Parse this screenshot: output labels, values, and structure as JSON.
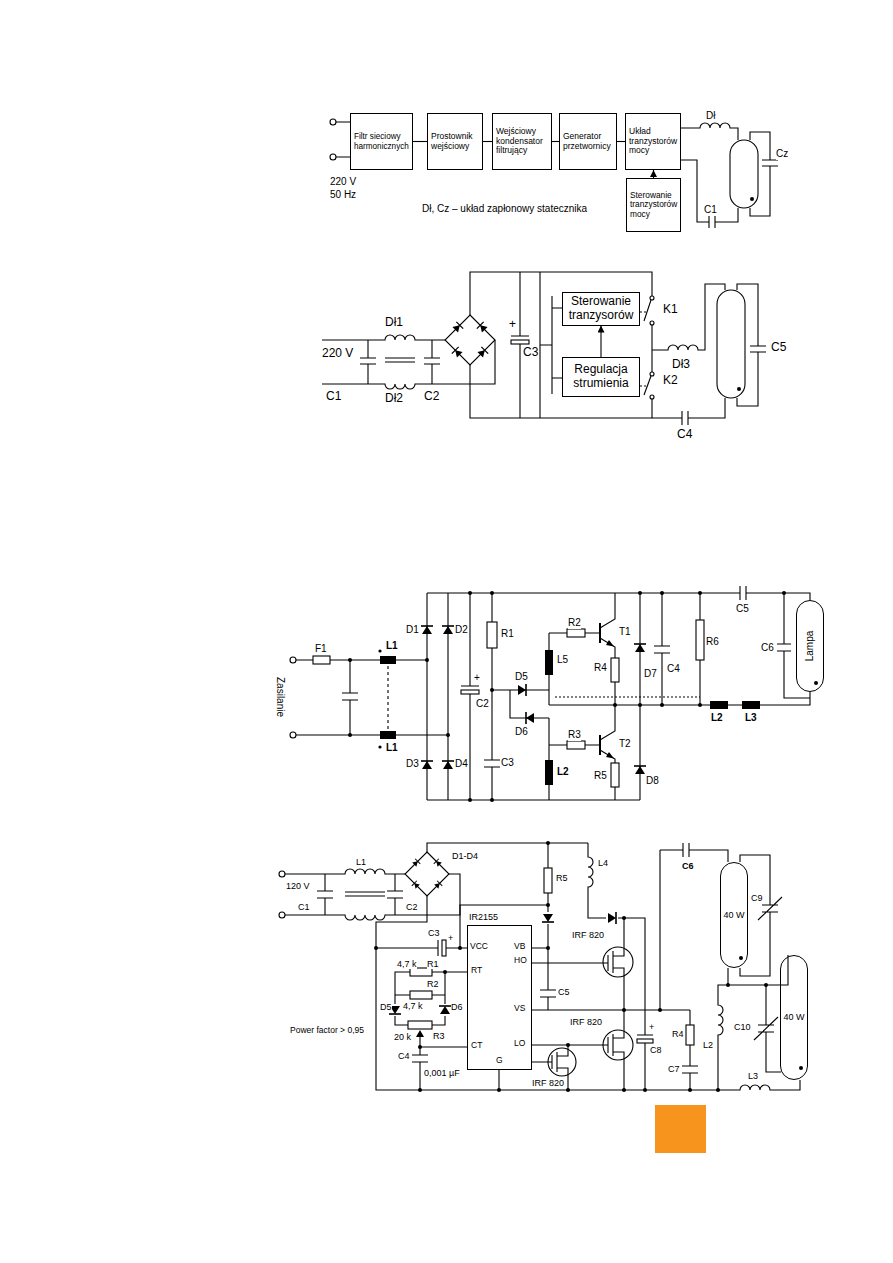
{
  "diagram": {
    "nodes": [
      {
        "text": [
          "Filtr sieciowy harmonicznych"
        ]
      },
      {
        "text": [
          "Prostownik wejściowy"
        ]
      },
      {
        "text": [
          "Wejściowy kondensator filtrujący"
        ]
      },
      {
        "text": [
          "Generator przetwornicy"
        ]
      },
      {
        "text": [
          "Układ tranzystorów mocy"
        ]
      },
      {
        "text": [
          "Sterowanie tranzystorów mocy"
        ]
      },
      {
        "text": [
          "Sterowanie tranzysorów"
        ]
      },
      {
        "text": [
          "Regulacja strumienia"
        ]
      },
      {
        "text": [
          "Lampa"
        ]
      },
      {
        "text": [
          "IR2155"
        ]
      },
      {
        "text": [
          "40 W"
        ]
      },
      {
        "text": [
          "40 W"
        ]
      }
    ],
    "edges": [
      {
        "from": 0,
        "to": 1,
        "arrow": "none"
      },
      {
        "from": 1,
        "to": 2,
        "arrow": "none"
      },
      {
        "from": 2,
        "to": 3,
        "arrow": "none"
      },
      {
        "from": 3,
        "to": 4,
        "arrow": "none"
      },
      {
        "from": 5,
        "to": 4,
        "arrow": "to"
      },
      {
        "from": 7,
        "to": 6,
        "arrow": "to"
      }
    ],
    "labels": [
      "220 V",
      "50 Hz",
      "Dł, Cz – układ zapłonowy statecznika",
      "Dł",
      "Cz",
      "C1",
      "Dł1",
      "Dł2",
      "220 V",
      "C1",
      "C2",
      "+",
      "C3",
      "K1",
      "K2",
      "Dł3",
      "C5",
      "C4",
      "F1",
      "L1",
      "L1",
      "Zasilanie",
      "D1",
      "D2",
      "D3",
      "D4",
      "R1",
      "C2",
      "+",
      "C3",
      "R2",
      "T1",
      "L5",
      "D5",
      "D6",
      "R4",
      "D7",
      "C4",
      "R6",
      "C5",
      "C6",
      "L2",
      "L3",
      "R3",
      "T2",
      "L2",
      "R5",
      "D8",
      "L1",
      "120 V",
      "C1",
      "C2",
      "D1-D4",
      "R5",
      "L4",
      "C6",
      "C3",
      "+",
      "VCC",
      "VB",
      "HO",
      "4,7 k",
      "R1",
      "RT",
      "R2",
      "4,7 k",
      "D5",
      "D6",
      "IRF 820",
      "C5",
      "VS",
      "C9",
      "C8",
      "+",
      "Power factor > 0,95",
      "R3",
      "20 k",
      "CT",
      "C4",
      "0,001 µF",
      "LO",
      "G",
      "R4",
      "C7",
      "IRF 820",
      "IRF 820",
      "L2",
      "C10",
      "L3"
    ]
  }
}
